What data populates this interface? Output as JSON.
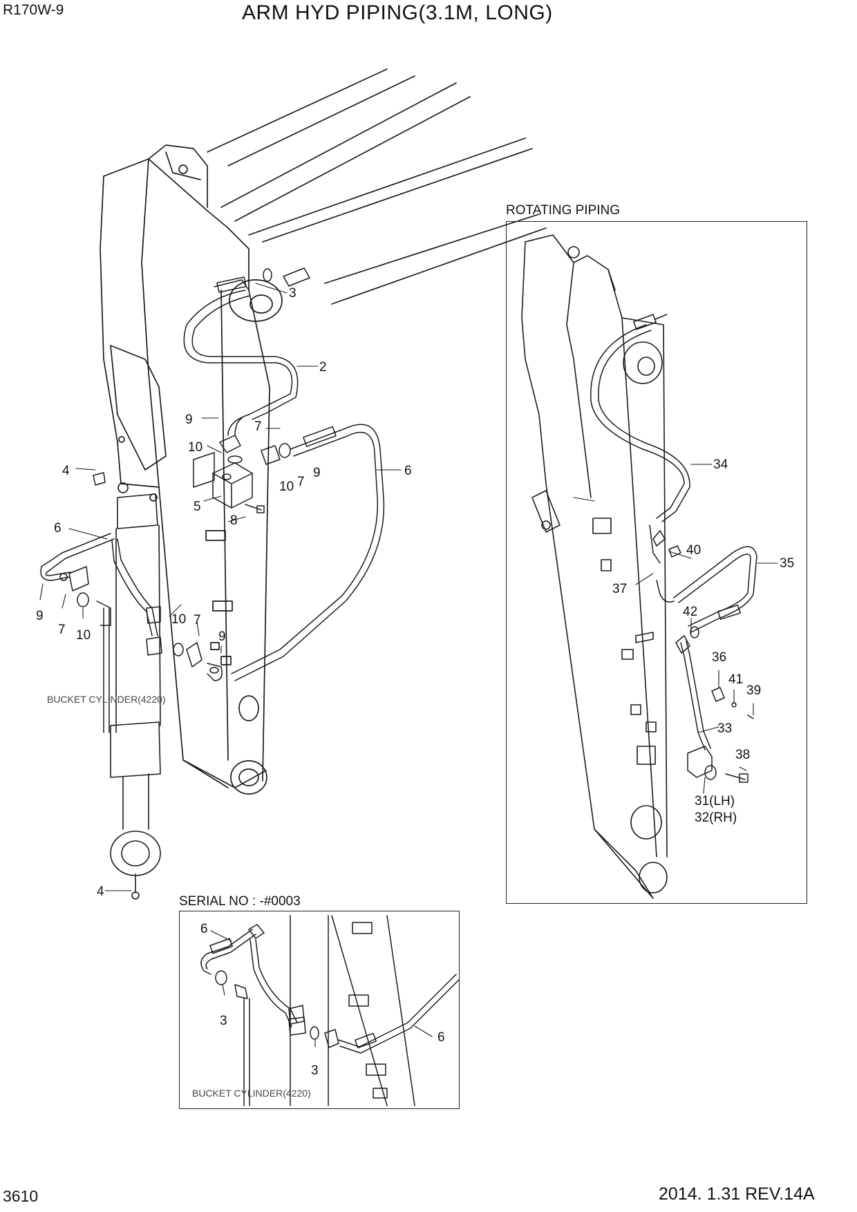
{
  "header": {
    "model": "R170W-9",
    "title": "ARM HYD PIPING(3.1M, LONG)"
  },
  "footer": {
    "page_number": "3610",
    "revision": "2014. 1.31  REV.14A"
  },
  "main_view": {
    "cylinder_label": "BUCKET CYLINDER(4220)",
    "callouts": [
      "3",
      "2",
      "9",
      "7",
      "10",
      "4",
      "5",
      "8",
      "10",
      "7",
      "9",
      "6",
      "6",
      "9",
      "7",
      "10",
      "10",
      "7",
      "9",
      "4"
    ]
  },
  "rotating_piping": {
    "title": "ROTATING PIPING",
    "callouts": [
      "34",
      "40",
      "35",
      "37",
      "42",
      "36",
      "41",
      "39",
      "33",
      "38",
      "31(LH)",
      "32(RH)"
    ]
  },
  "serial_view": {
    "title": "SERIAL NO : -#0003",
    "cylinder_label": "BUCKET CYLINDER(4220)",
    "callouts": [
      "6",
      "3",
      "3",
      "6"
    ]
  }
}
